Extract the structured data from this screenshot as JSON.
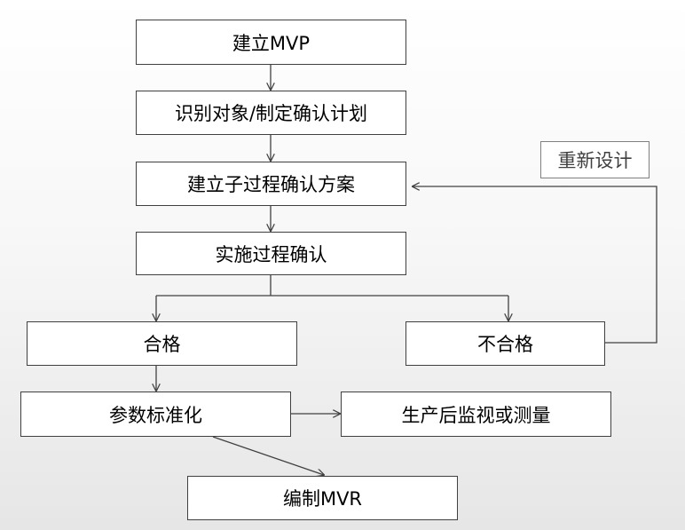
{
  "nodes": {
    "build_mvp": "建立MVP",
    "identify_objects": "识别对象/制定确认计划",
    "build_subprocess": "建立子过程确认方案",
    "execute_validation": "实施过程确认",
    "pass": "合格",
    "fail": "不合格",
    "standardize": "参数标准化",
    "monitor": "生产后监视或测量",
    "compile_mvr": "编制MVR"
  },
  "labels": {
    "redesign": "重新设计"
  },
  "colors": {
    "border": "#404040",
    "connector": "#404040",
    "label_border": "#808080",
    "label_text": "#404040",
    "node_fill": "#ffffff"
  }
}
